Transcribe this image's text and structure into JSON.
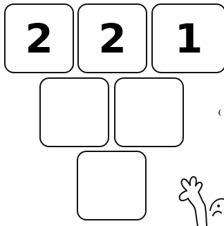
{
  "pyramid": {
    "rows": [
      [
        {
          "value": "2"
        },
        {
          "value": "2"
        },
        {
          "value": "1"
        }
      ],
      [
        {
          "value": ""
        },
        {
          "value": ""
        }
      ],
      [
        {
          "value": ""
        }
      ]
    ]
  },
  "decorations": {
    "character_icon": "cartoon-hand-waving"
  }
}
